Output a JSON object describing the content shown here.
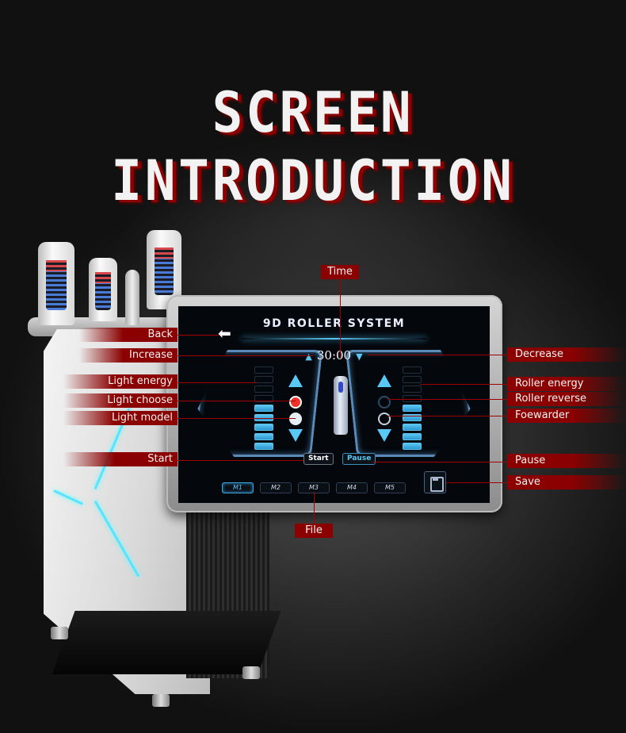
{
  "title": {
    "line1": "SCREEN",
    "line2": "INTRODUCTION"
  },
  "screen": {
    "heading": "9D ROLLER SYSTEM",
    "timer": "30:00",
    "left_bar": {
      "total_segments": 9,
      "active_segments": 5
    },
    "right_bar": {
      "total_segments": 9,
      "active_segments": 5
    },
    "buttons": {
      "start": "Start",
      "pause": "Pause"
    },
    "modes": [
      {
        "label": "M1",
        "active": true
      },
      {
        "label": "M2",
        "active": false
      },
      {
        "label": "M3",
        "active": false
      },
      {
        "label": "M4",
        "active": false
      },
      {
        "label": "M5",
        "active": false
      }
    ],
    "icons": {
      "back": "back-arrow-icon",
      "increase": "triangle-up-icon",
      "decrease": "triangle-down-icon",
      "light_choose": "red-circle-icon",
      "light_model": "wave-circle-icon",
      "roller_reverse": "rotate-ccw-icon",
      "forward": "rotate-cw-icon",
      "save": "floppy-disk-icon",
      "handpiece": "roller-handpiece-icon"
    }
  },
  "callouts": {
    "time": "Time",
    "back": "Back",
    "increase": "Increase",
    "light_energy": "Light energy",
    "light_choose": "Light choose",
    "light_model": "Light model",
    "start": "Start",
    "decrease": "Decrease",
    "roller_energy": "Roller energy",
    "roller_reverse": "Roller reverse",
    "forwarder": "Foewarder",
    "pause": "Pause",
    "save": "Save",
    "file": "File"
  },
  "colors": {
    "label_red": "#8b0000",
    "accent_blue": "#5ac8f5",
    "background": "#1a1a1a"
  }
}
